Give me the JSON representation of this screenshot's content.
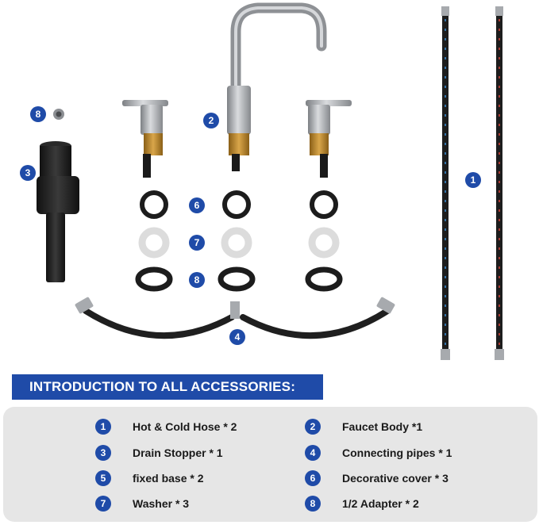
{
  "callouts": [
    {
      "num": "8",
      "target": "adapter"
    },
    {
      "num": "2",
      "target": "faucet-body"
    },
    {
      "num": "3",
      "target": "drain-stopper"
    },
    {
      "num": "1",
      "target": "hose"
    },
    {
      "num": "6",
      "target": "decorative-cover"
    },
    {
      "num": "7",
      "target": "washer"
    },
    {
      "num": "8",
      "target": "fixed-base"
    },
    {
      "num": "4",
      "target": "connecting-pipes"
    }
  ],
  "banner_title": "INTRODUCTION TO ALL ACCESSORIES:",
  "accessories": [
    {
      "num": "1",
      "label": "Hot & Cold Hose * 2"
    },
    {
      "num": "2",
      "label": "Faucet Body *1"
    },
    {
      "num": "3",
      "label": "Drain Stopper * 1"
    },
    {
      "num": "4",
      "label": "Connecting pipes * 1"
    },
    {
      "num": "5",
      "label": "fixed base * 2"
    },
    {
      "num": "6",
      "label": "Decorative cover * 3"
    },
    {
      "num": "7",
      "label": "Washer * 3"
    },
    {
      "num": "8",
      "label": "1/2 Adapter * 2"
    }
  ],
  "colors": {
    "accent": "#1f4ba8",
    "panel": "#e6e6e6",
    "chrome": "#a9abae",
    "brass": "#b8862e",
    "rubber": "#222222",
    "hose_red": "#d8443a",
    "hose_blue": "#3b8fd6"
  }
}
